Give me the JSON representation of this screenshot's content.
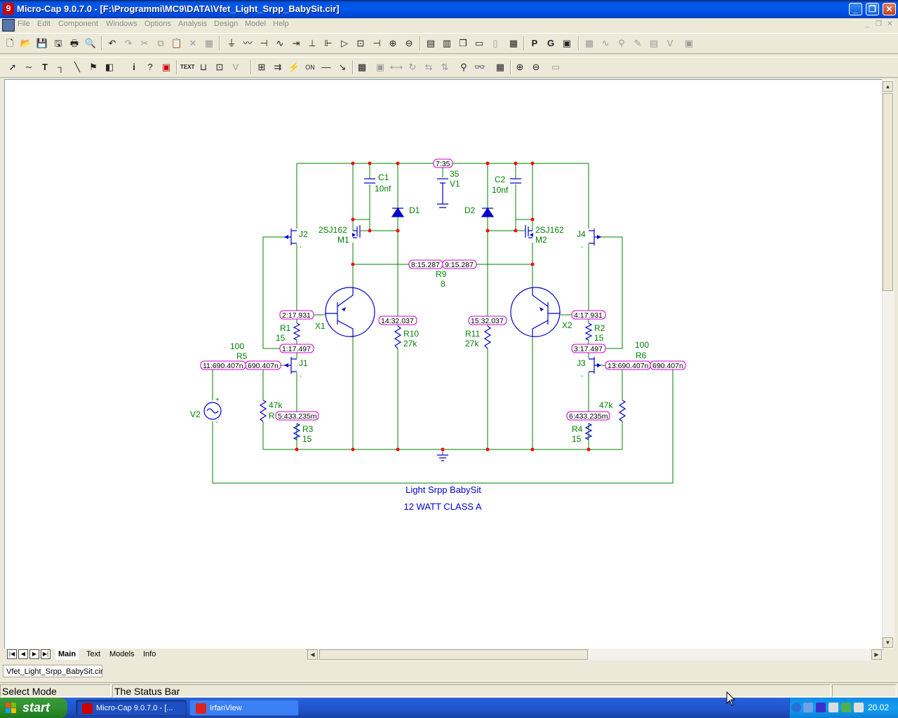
{
  "window": {
    "title": "Micro-Cap 9.0.7.0 - [F:\\Programmi\\MC9\\DATA\\Vfet_Light_Srpp_BabySit.cir]",
    "app_icon": "microcap-icon",
    "controls": {
      "minimize": "_",
      "restore": "❐",
      "close": "✕"
    }
  },
  "menu": [
    "File",
    "Edit",
    "Component",
    "Windows",
    "Options",
    "Analysis",
    "Design",
    "Model",
    "Help"
  ],
  "toolbar_text_buttons": {
    "text_tool": "T",
    "text_mode": "TEXT",
    "p_button": "P",
    "g_button": "G"
  },
  "schematic": {
    "components": {
      "c1": "C1",
      "c1_val": "10nf",
      "c2": "C2",
      "c2_val": "10nf",
      "v1_val": "35",
      "v1": "V1",
      "d1": "D1",
      "d2": "D2",
      "m1_model": "2SJ162",
      "m1": "M1",
      "m2_model": "2SJ162",
      "m2": "M2",
      "j1": "J1",
      "j2": "J2",
      "j3": "J3",
      "j4": "J4",
      "r9": "R9",
      "r9_val": "8",
      "x1": "X1",
      "x2": "X2",
      "r1": "R1",
      "r1_val": "15",
      "r2": "R2",
      "r2_val": "15",
      "r10": "R10",
      "r10_val": "27k",
      "r11": "R11",
      "r11_val": "27k",
      "r5_val": "100",
      "r5": "R5",
      "r6_val": "100",
      "r6": "R6",
      "r_left_val": "47k",
      "r_left": "R",
      "r_right_val": "47k",
      "r3": "R3",
      "r3_val": "15",
      "r4": "R4",
      "r4_val": "15",
      "v2": "V2",
      "v2_plus": "+",
      "v2_minus": "-",
      "j2_dot": ".",
      "j4_dot": ".",
      "j1_dot": ".",
      "j3_dot": "."
    },
    "node_labels": {
      "n7": "7:35",
      "n8": "8:15.287",
      "n9": "9:15.287",
      "n2": "2:17.931",
      "n4": "4:17.931",
      "n14": "14:32.037",
      "n15": "15:32.037",
      "n1": "1:17.497",
      "n3": "3:17.497",
      "n11": "11:690.407n",
      "n11b": "690.407n",
      "n13": "13:690.407n",
      "n13b": "690.407n",
      "n5": "5:433.235m",
      "n6": "6:433.235m"
    },
    "title_text": "Light Srpp BabySit",
    "subtitle_text": "12 WATT CLASS A",
    "colors": {
      "wire": "#008000",
      "component": "#0000cc",
      "node_dot": "#ff0000",
      "node_label": "#cc00cc",
      "label": "#008000"
    }
  },
  "bottom_tabs": {
    "main": "Main",
    "text": "Text",
    "models": "Models",
    "info": "Info"
  },
  "document_tab": "Vfet_Light_Srpp_BabySit.cir",
  "status": {
    "mode": "Select Mode",
    "message": "The Status Bar"
  },
  "taskbar": {
    "start": "start",
    "tasks": [
      {
        "label": "Micro-Cap 9.0.7.0 - [..."
      },
      {
        "label": "IrfanView"
      }
    ],
    "clock": "20.02"
  }
}
